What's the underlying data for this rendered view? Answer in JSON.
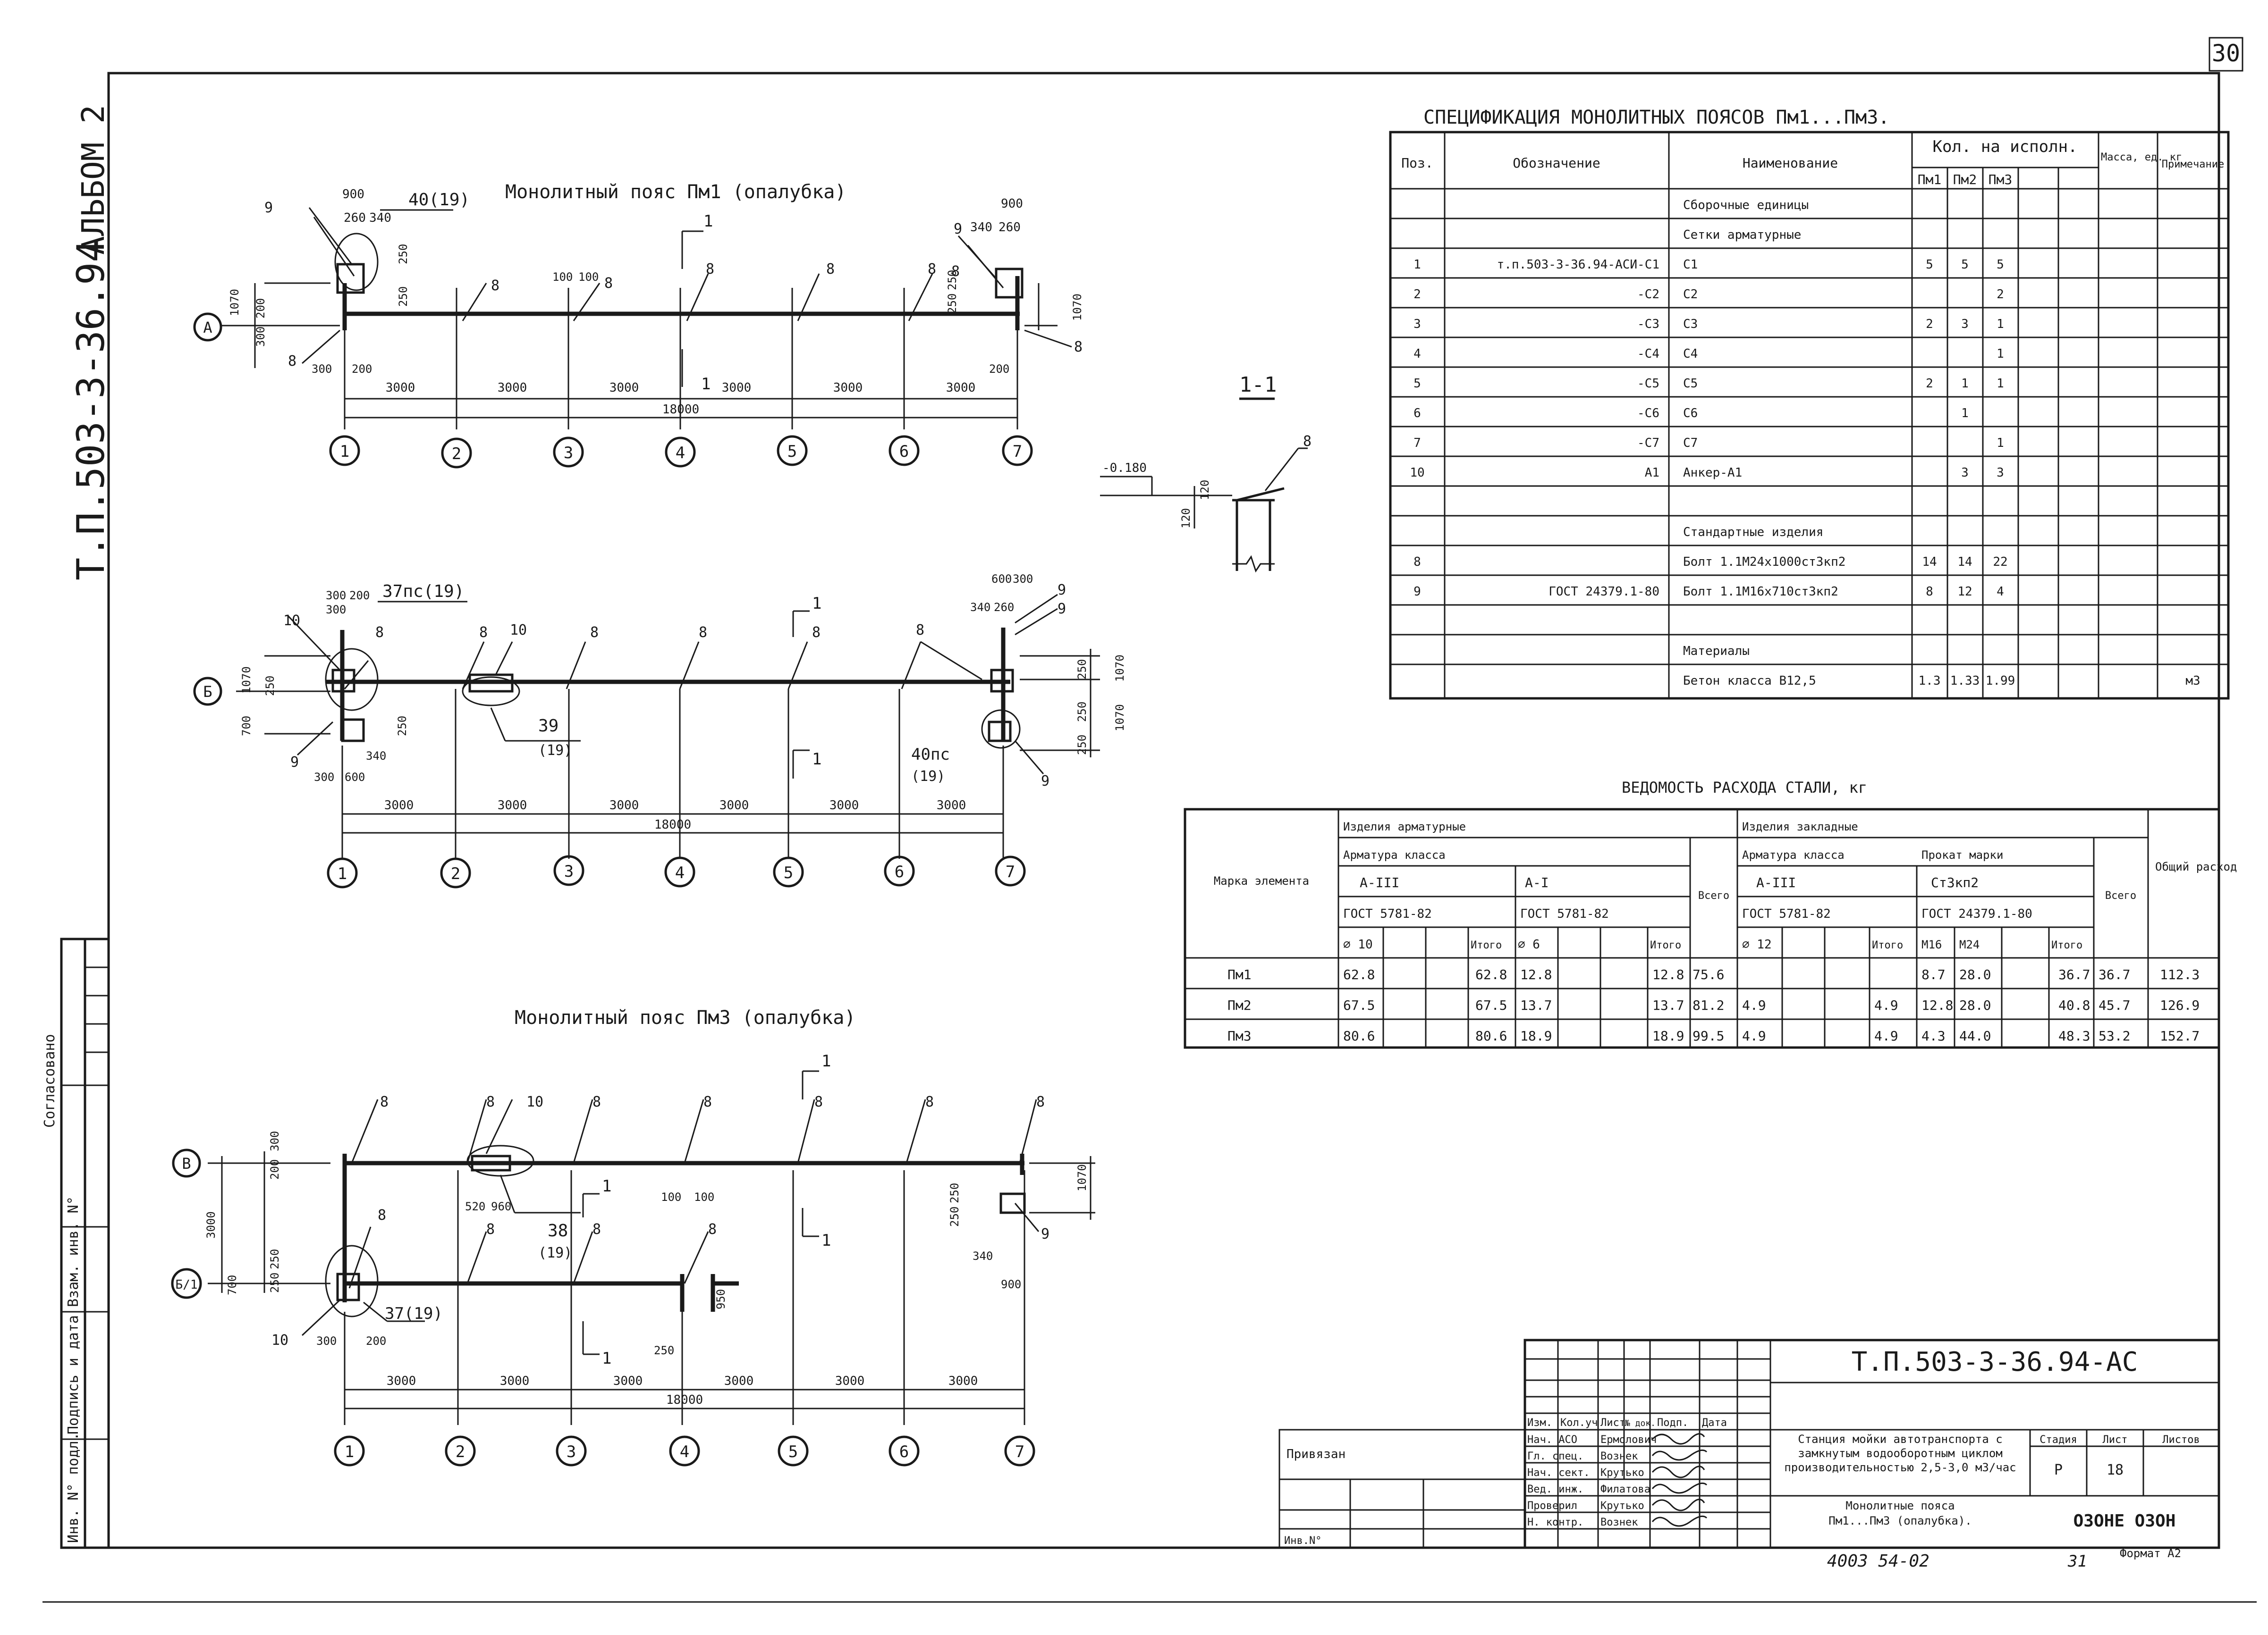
{
  "sheet_number": "30",
  "album_title": "АЛЬБОМ 2",
  "project_code_vertical": "Т.П.503-3-36.94",
  "plan_pm1": {
    "title": "Монолитный пояс Пм1 (опалубка)",
    "axis_labels": [
      "1",
      "2",
      "3",
      "4",
      "5",
      "6",
      "7"
    ],
    "row_labels": [
      "А"
    ],
    "spans": [
      "3000",
      "3000",
      "3000",
      "3000",
      "3000",
      "3000"
    ],
    "total": "18000",
    "node_left": "40(19)",
    "dims_top_left": [
      "900",
      "260",
      "340"
    ],
    "dims_top_right": [
      "900",
      "340",
      "260"
    ],
    "dims_misc": [
      "1070",
      "300",
      "200",
      "300",
      "200",
      "250",
      "250",
      "100",
      "100",
      "250",
      "250",
      "200",
      "1070"
    ],
    "marks": [
      "9",
      "8",
      "8",
      "8",
      "8",
      "8",
      "8",
      "8",
      "9",
      "8"
    ],
    "section_mark": "1"
  },
  "plan_pm2": {
    "axis_labels": [
      "1",
      "2",
      "3",
      "4",
      "5",
      "6",
      "7"
    ],
    "row_labels": [
      "Б"
    ],
    "spans": [
      "3000",
      "3000",
      "3000",
      "3000",
      "3000",
      "3000"
    ],
    "total": "18000",
    "node_left": "37пс(19)",
    "node_mid": "39",
    "node_mid_sub": "(19)",
    "node_right": "40пс",
    "node_right_sub": "(19)",
    "dims_top_left": [
      "300",
      "200",
      "300"
    ],
    "dims_top_right": [
      "600",
      "300",
      "340",
      "260"
    ],
    "dims_misc": [
      "1070",
      "700",
      "250",
      "250",
      "250",
      "1070",
      "250",
      "250",
      "340",
      "300",
      "600",
      "1070"
    ],
    "marks": [
      "10",
      "8",
      "8",
      "10",
      "8",
      "8",
      "8",
      "8",
      "9",
      "9",
      "9",
      "9"
    ],
    "section_mark": "1"
  },
  "plan_pm3": {
    "title": "Монолитный пояс Пм3 (опалубка)",
    "axis_labels": [
      "1",
      "2",
      "3",
      "4",
      "5",
      "6",
      "7"
    ],
    "row_labels": [
      "В",
      "Б/1"
    ],
    "spans": [
      "3000",
      "3000",
      "3000",
      "3000",
      "3000",
      "3000"
    ],
    "total": "18000",
    "node_left": "37(19)",
    "node_mid": "38",
    "node_mid_sub": "(19)",
    "dims_misc": [
      "200",
      "300",
      "3000",
      "700",
      "250",
      "250",
      "520",
      "960",
      "100",
      "100",
      "250",
      "250",
      "340",
      "900",
      "950",
      "300",
      "200",
      "250",
      "1070"
    ],
    "marks": [
      "8",
      "8",
      "10",
      "8",
      "8",
      "8",
      "8",
      "8",
      "8",
      "8",
      "8",
      "8",
      "9",
      "10"
    ],
    "section_mark": "1"
  },
  "section_1_1": {
    "title": "1-1",
    "level": "-0.180",
    "dims": [
      "120",
      "120"
    ],
    "mark": "8"
  },
  "spec_table": {
    "title": "СПЕЦИФИКАЦИЯ МОНОЛИТНЫХ ПОЯСОВ Пм1...Пм3.",
    "headers": {
      "pos": "Поз.",
      "designation": "Обозначение",
      "name": "Наименование",
      "qty": "Кол. на исполн.",
      "qty_cols": [
        "Пм1",
        "Пм2",
        "Пм3"
      ],
      "mass": "Масса, ед. кг",
      "note": "Примечание"
    },
    "rows": [
      {
        "pos": "",
        "des": "",
        "name": "Сборочные единицы",
        "q1": "",
        "q2": "",
        "q3": "",
        "note": ""
      },
      {
        "pos": "",
        "des": "",
        "name": "Сетки арматурные",
        "q1": "",
        "q2": "",
        "q3": "",
        "note": ""
      },
      {
        "pos": "1",
        "des": "т.п.503-3-36.94-АСИ-С1",
        "name": "С1",
        "q1": "5",
        "q2": "5",
        "q3": "5",
        "note": ""
      },
      {
        "pos": "2",
        "des": "-С2",
        "name": "С2",
        "q1": "",
        "q2": "",
        "q3": "2",
        "note": ""
      },
      {
        "pos": "3",
        "des": "-С3",
        "name": "С3",
        "q1": "2",
        "q2": "3",
        "q3": "1",
        "note": ""
      },
      {
        "pos": "4",
        "des": "-С4",
        "name": "С4",
        "q1": "",
        "q2": "",
        "q3": "1",
        "note": ""
      },
      {
        "pos": "5",
        "des": "-С5",
        "name": "С5",
        "q1": "2",
        "q2": "1",
        "q3": "1",
        "note": ""
      },
      {
        "pos": "6",
        "des": "-С6",
        "name": "С6",
        "q1": "",
        "q2": "1",
        "q3": "",
        "note": ""
      },
      {
        "pos": "7",
        "des": "-С7",
        "name": "С7",
        "q1": "",
        "q2": "",
        "q3": "1",
        "note": ""
      },
      {
        "pos": "10",
        "des": "А1",
        "name": "Анкер-А1",
        "q1": "",
        "q2": "3",
        "q3": "3",
        "note": ""
      },
      {
        "pos": "",
        "des": "",
        "name": "",
        "q1": "",
        "q2": "",
        "q3": "",
        "note": ""
      },
      {
        "pos": "",
        "des": "",
        "name": "Стандартные изделия",
        "q1": "",
        "q2": "",
        "q3": "",
        "note": ""
      },
      {
        "pos": "8",
        "des": "",
        "name": "Болт 1.1М24х1000ст3кп2",
        "q1": "14",
        "q2": "14",
        "q3": "22",
        "note": ""
      },
      {
        "pos": "9",
        "des": "ГОСТ 24379.1-80",
        "name": "Болт 1.1М16х710ст3кп2",
        "q1": "8",
        "q2": "12",
        "q3": "4",
        "note": ""
      },
      {
        "pos": "",
        "des": "",
        "name": "",
        "q1": "",
        "q2": "",
        "q3": "",
        "note": ""
      },
      {
        "pos": "",
        "des": "",
        "name": "Материалы",
        "q1": "",
        "q2": "",
        "q3": "",
        "note": ""
      },
      {
        "pos": "",
        "des": "",
        "name": "Бетон класса В12,5",
        "q1": "1.3",
        "q2": "1.33",
        "q3": "1.99",
        "note": "м3"
      }
    ]
  },
  "steel_table": {
    "title": "ВЕДОМОСТЬ РАСХОДА СТАЛИ, кг",
    "h_element": "Марка элемента",
    "h_rebar_items": "Изделия арматурные",
    "h_embedded_items": "Изделия закладные",
    "h_rebar_class": "Арматура класса",
    "h_rolled": "Прокат марки",
    "h_total": "Всего",
    "h_overall": "Общий расход",
    "class_a3": "А-III",
    "class_a1": "А-I",
    "class_a3b": "А-III",
    "steel_grade": "Ст3кп2",
    "gost_a3": "ГОСТ 5781-82",
    "gost_a1": "ГОСТ 5781-82",
    "gost_a3b": "ГОСТ 5781-82",
    "gost_rolled": "ГОСТ 24379.1-80",
    "dia_10": "⌀ 10",
    "dia_6": "⌀ 6",
    "dia_12": "⌀ 12",
    "m16": "М16",
    "m24": "М24",
    "itogo": "Итого",
    "rows": [
      {
        "mark": "Пм1",
        "d10": "62.8",
        "i1": "62.8",
        "d6": "12.8",
        "i2": "12.8",
        "tot1": "75.6",
        "d12": "",
        "i3": "",
        "m16": "8.7",
        "m24": "28.0",
        "i4": "36.7",
        "tot2": "36.7",
        "overall": "112.3"
      },
      {
        "mark": "Пм2",
        "d10": "67.5",
        "i1": "67.5",
        "d6": "13.7",
        "i2": "13.7",
        "tot1": "81.2",
        "d12": "4.9",
        "i3": "4.9",
        "m16": "12.8",
        "m24": "28.0",
        "i4": "40.8",
        "tot2": "45.7",
        "overall": "126.9"
      },
      {
        "mark": "Пм3",
        "d10": "80.6",
        "i1": "80.6",
        "d6": "18.9",
        "i2": "18.9",
        "tot1": "99.5",
        "d12": "4.9",
        "i3": "4.9",
        "m16": "4.3",
        "m24": "44.0",
        "i4": "48.3",
        "tot2": "53.2",
        "overall": "152.7"
      }
    ]
  },
  "title_block": {
    "code": "Т.П.503-3-36.94-АС",
    "col_headers": [
      "Изм.",
      "Кол.уч",
      "Лист",
      "№ док.",
      "Подп.",
      "Дата"
    ],
    "roles": [
      "Нач. АСО",
      "Гл. спец.",
      "Нач. сект.",
      "Вед. инж.",
      "Проверил",
      "Н. контр."
    ],
    "names": [
      "Ермолович",
      "Вознек",
      "Крутько",
      "Филатова",
      "Крутько",
      "Вознек"
    ],
    "project_title": "Станция мойки автотранспорта с замкнутым водооборотным циклом производительностью 2,5-3,0 м3/час",
    "sheet_title": "Монолитные пояса Пм1...Пм3 (опалубка).",
    "stage_label": "Стадия",
    "sheet_label": "Лист",
    "sheets_label": "Листов",
    "stage": "Р",
    "sheet": "18",
    "org": "ОЗОНЕ ОЗОН",
    "tied_label": "Привязан",
    "inv_label": "Инв.N°"
  },
  "stamp_left": [
    "Согласовано",
    "Взам. инв. N°",
    "Подпись и дата",
    "Инв. N° подл."
  ],
  "bottom_notes": {
    "inventory": "4003 54-02",
    "page": "31",
    "format": "Формат А2"
  }
}
